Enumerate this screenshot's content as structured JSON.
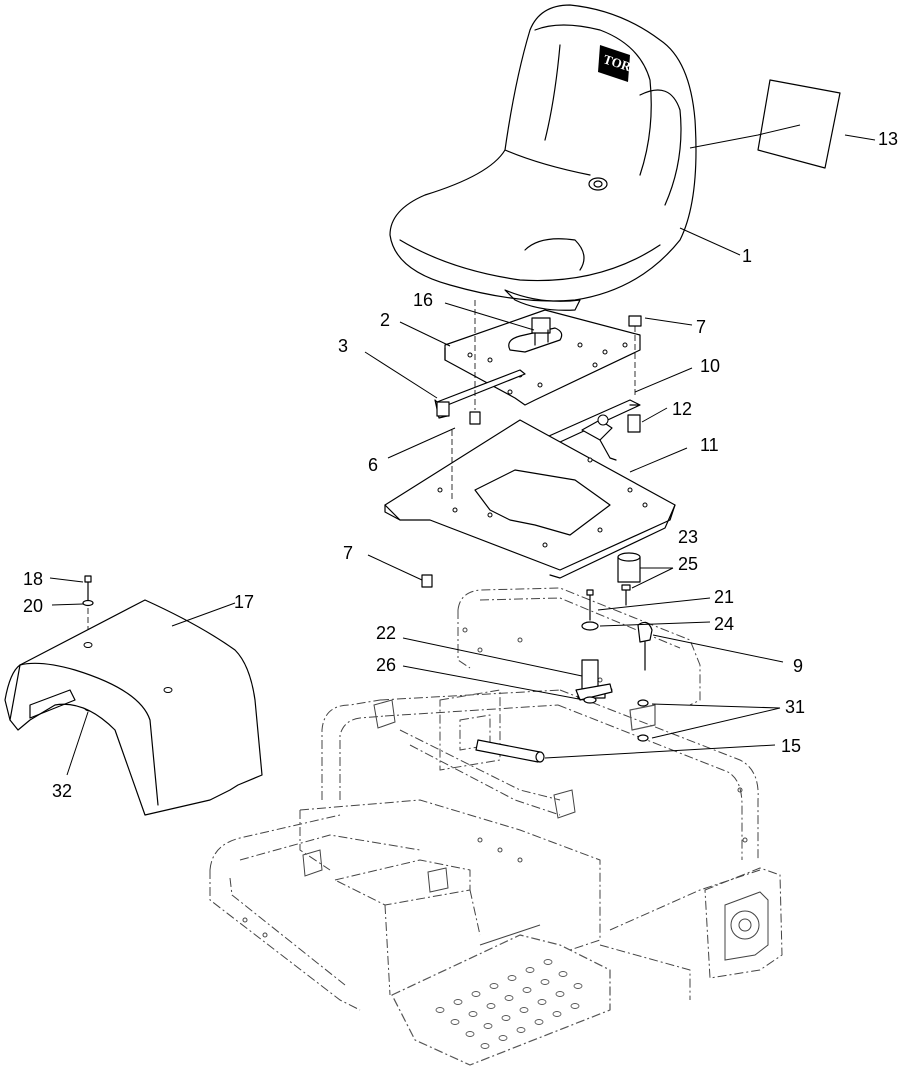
{
  "logo": {
    "text": "TORO"
  },
  "callouts": [
    {
      "id": "1",
      "label": "1"
    },
    {
      "id": "2",
      "label": "2"
    },
    {
      "id": "3",
      "label": "3"
    },
    {
      "id": "6",
      "label": "6"
    },
    {
      "id": "7a",
      "label": "7"
    },
    {
      "id": "7b",
      "label": "7"
    },
    {
      "id": "9",
      "label": "9"
    },
    {
      "id": "10",
      "label": "10"
    },
    {
      "id": "11",
      "label": "11"
    },
    {
      "id": "12",
      "label": "12"
    },
    {
      "id": "13",
      "label": "13"
    },
    {
      "id": "15",
      "label": "15"
    },
    {
      "id": "16",
      "label": "16"
    },
    {
      "id": "17",
      "label": "17"
    },
    {
      "id": "18",
      "label": "18"
    },
    {
      "id": "20",
      "label": "20"
    },
    {
      "id": "21",
      "label": "21"
    },
    {
      "id": "22",
      "label": "22"
    },
    {
      "id": "23",
      "label": "23"
    },
    {
      "id": "24",
      "label": "24"
    },
    {
      "id": "25",
      "label": "25"
    },
    {
      "id": "26",
      "label": "26"
    },
    {
      "id": "31",
      "label": "31"
    },
    {
      "id": "32",
      "label": "32"
    }
  ]
}
